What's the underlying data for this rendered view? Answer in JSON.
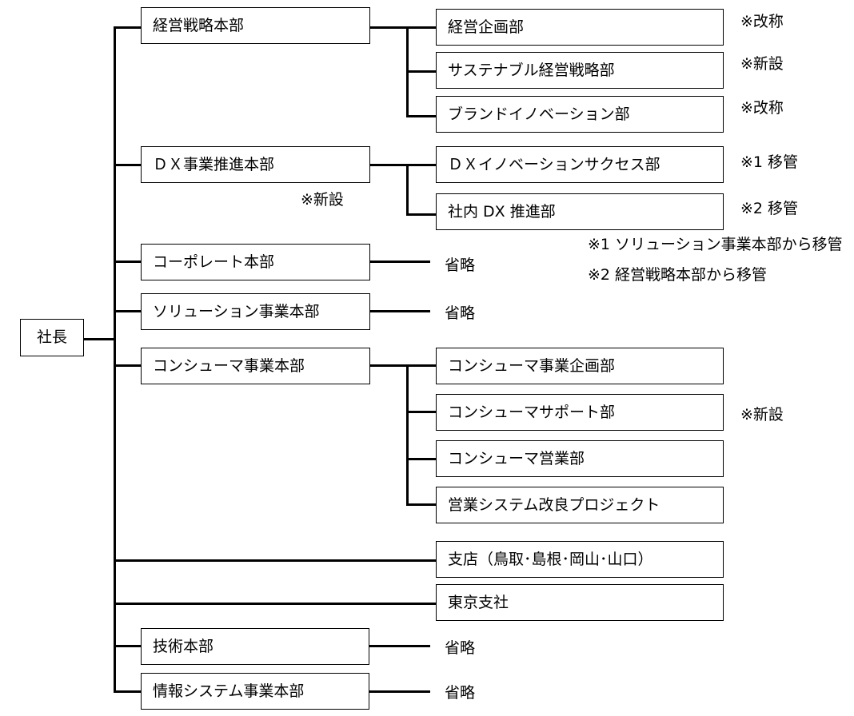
{
  "root": "社長",
  "divisions": {
    "keiei_senryaku": "経営戦略本部",
    "dx_jigyo": "ＤＸ事業推進本部",
    "corporate": "コーポレート本部",
    "solution": "ソリューション事業本部",
    "consumer": "コンシューマ事業本部",
    "gijutsu": "技術本部",
    "joho_system": "情報システム事業本部"
  },
  "departments": {
    "keiei_kikaku": "経営企画部",
    "sustainable": "サステナブル経営戦略部",
    "brand_innovation": "ブランドイノベーション部",
    "dx_innovation": "ＤＸイノベーションサクセス部",
    "shanai_dx": "社内 DX 推進部",
    "consumer_kikaku": "コンシューマ事業企画部",
    "consumer_support": "コンシューマサポート部",
    "consumer_eigyo": "コンシューマ営業部",
    "eigyo_system": "営業システム改良プロジェクト",
    "shiten": "支店（鳥取･島根･岡山･山口）",
    "tokyo_shisha": "東京支社"
  },
  "notes": {
    "kaisho_1": "※改称",
    "shinsetsu_1": "※新設",
    "kaisho_2": "※改称",
    "iko_1": "※1 移管",
    "iko_2": "※2 移管",
    "dx_shinsetsu": "※新設",
    "footnote_1": "※1  ソリューション事業本部から移管",
    "footnote_2": "※2  経営戦略本部から移管",
    "shinsetsu_support": "※新設"
  },
  "omitted": {
    "corporate": "省略",
    "solution": "省略",
    "gijutsu": "省略",
    "joho_system": "省略"
  }
}
